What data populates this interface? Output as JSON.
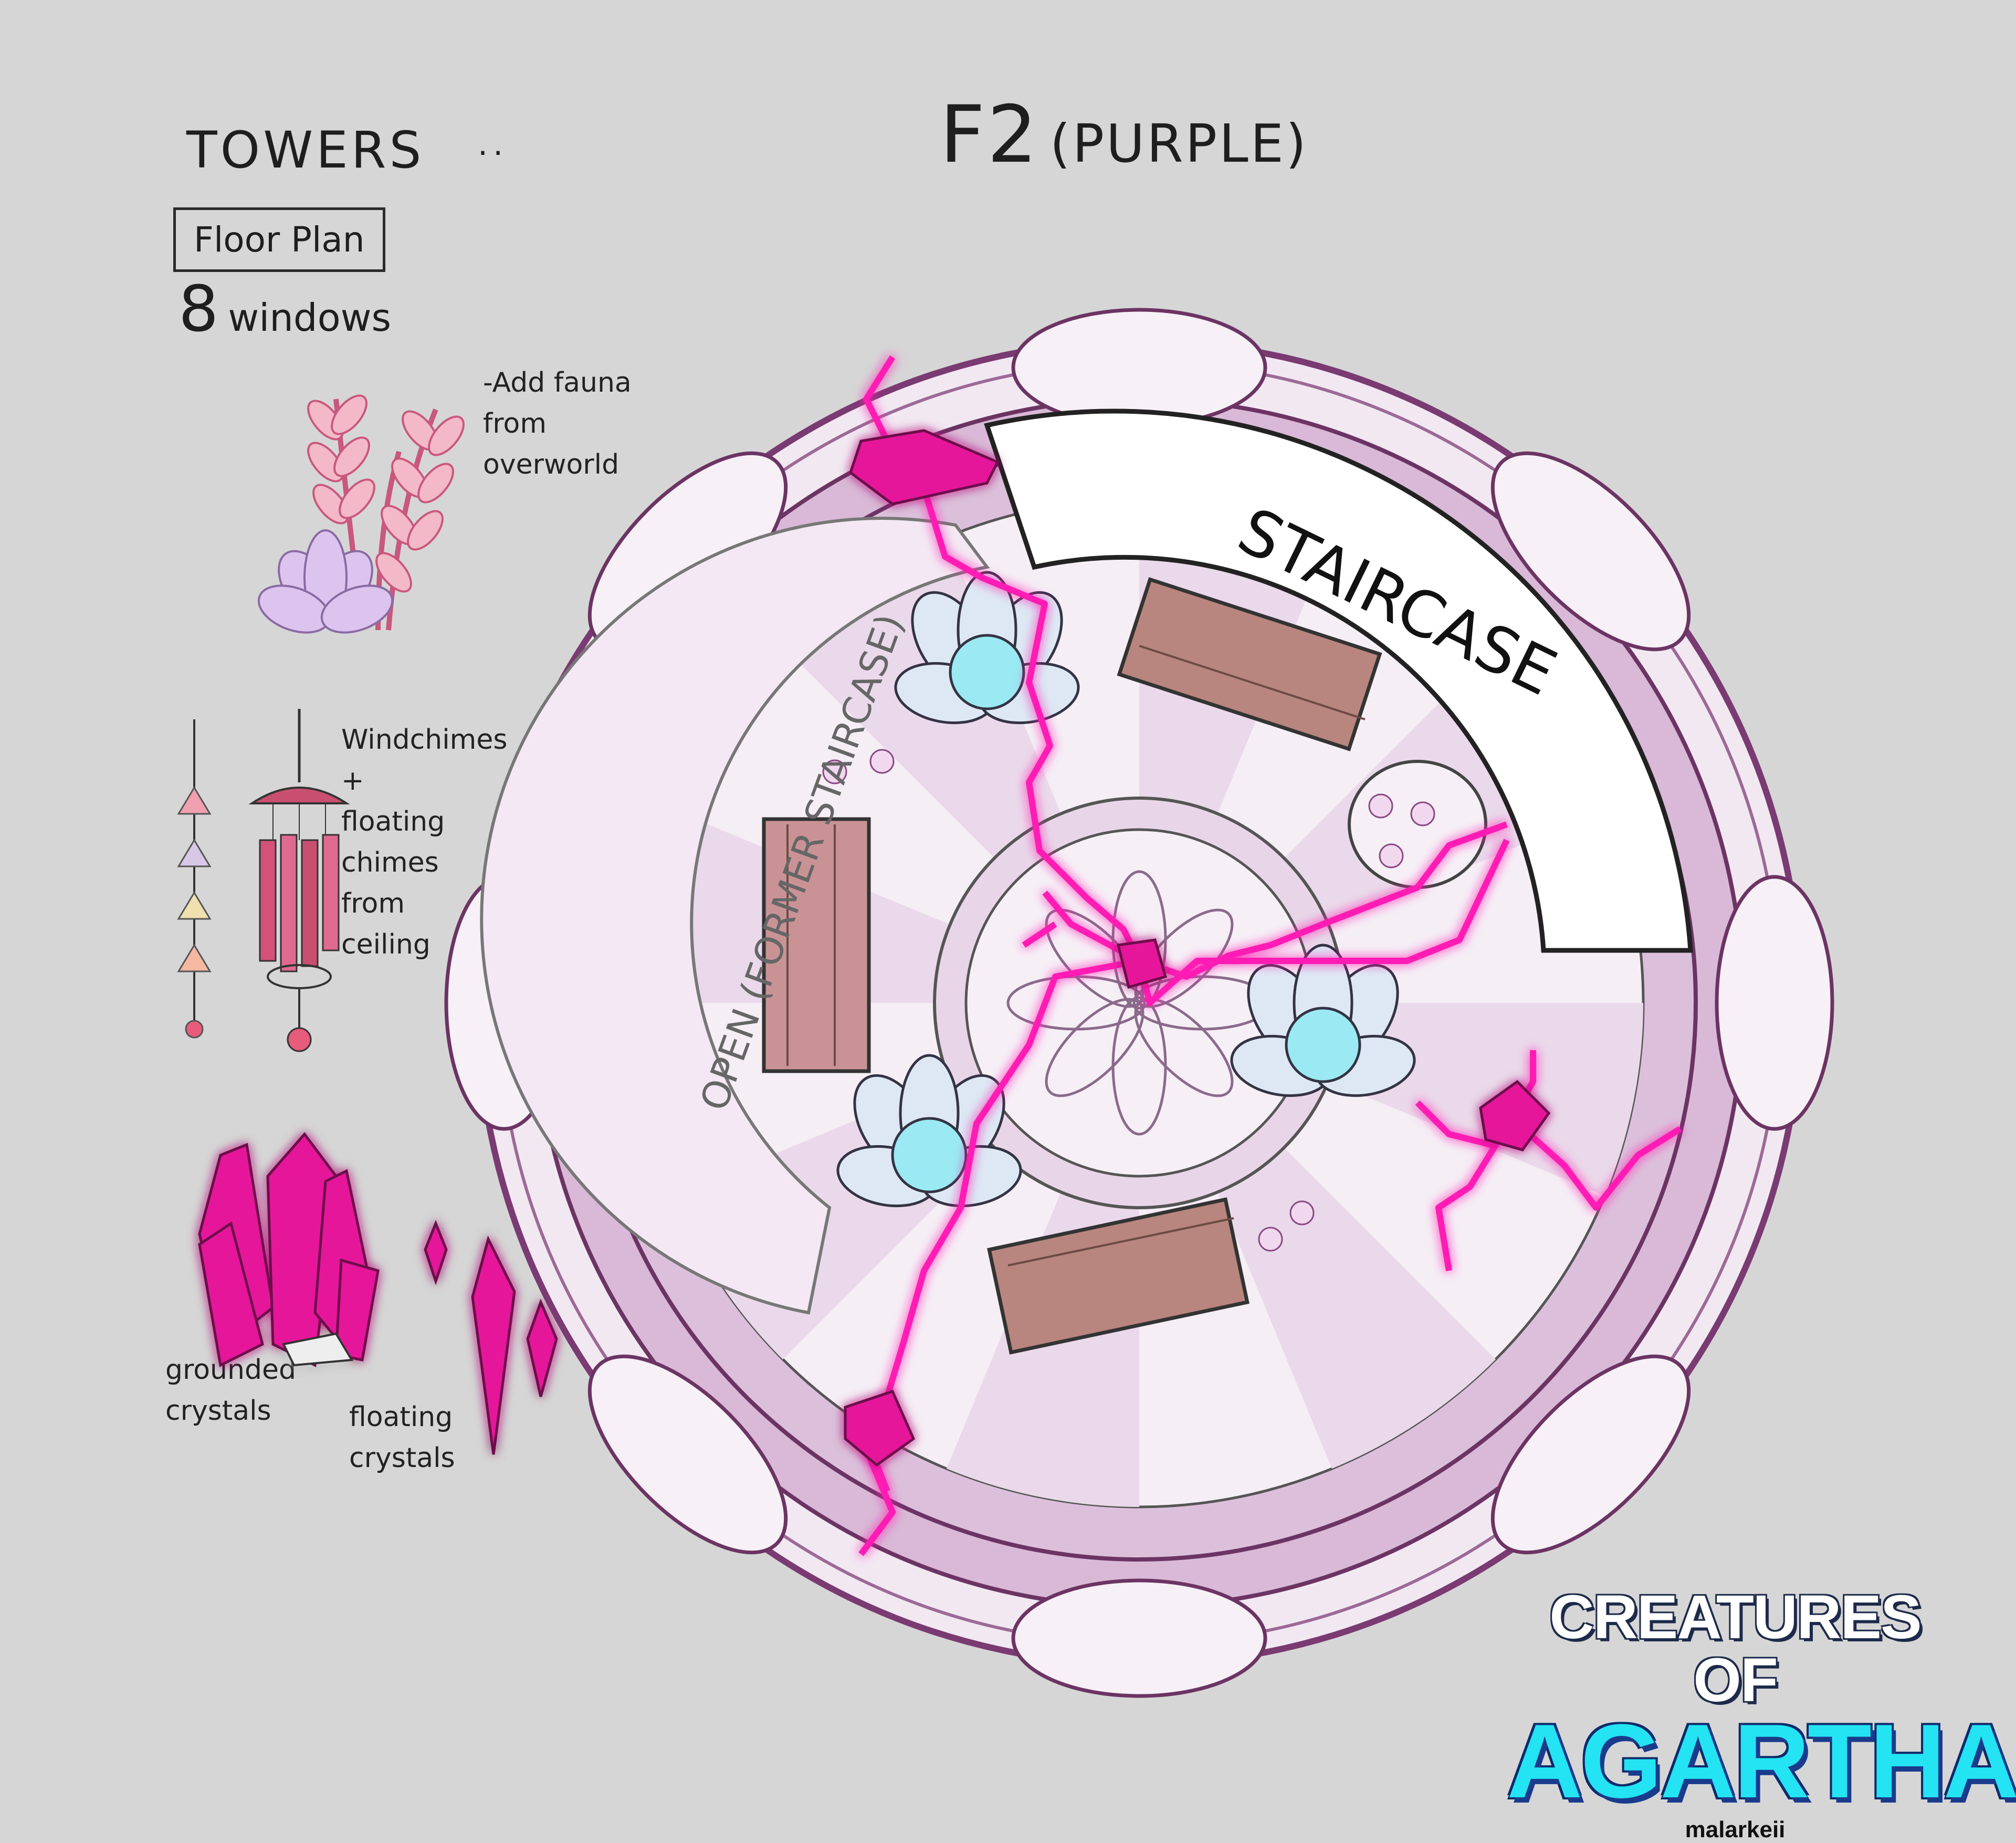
{
  "sheet": {
    "title": "F2",
    "subtitle": "(PURPLE)",
    "section": "TOWERS",
    "section_mark": "..",
    "boxed_label": "Floor Plan",
    "windows_count": "8",
    "windows_label": "windows"
  },
  "notes": {
    "fauna": "-Add fauna\nfrom\noverworld",
    "windchimes": "Windchimes\n+\nfloating\nchimes\nfrom\nceiling",
    "grounded": "grounded\ncrystals",
    "floating": "floating\ncrystals"
  },
  "plan_labels": {
    "staircase": "STAIRCASE",
    "open_area": "OPEN (FORMER STAIRCASE)"
  },
  "logo": {
    "line1": "CREATURES OF",
    "line2": "AGARTHA",
    "credit": "malarkeii"
  },
  "colors": {
    "background": "#d6d6d6",
    "floor_light": "#f5eef5",
    "floor_pink": "#ead9ea",
    "ring": "#c7a3c5",
    "magenta": "#ff1fb4",
    "crystal": "#e6199a",
    "bench": "#b8867e",
    "flower_core": "#9be9f2"
  }
}
